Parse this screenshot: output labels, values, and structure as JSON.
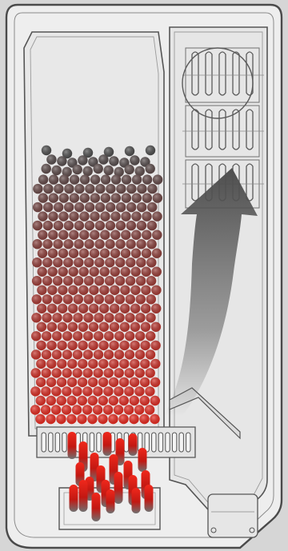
{
  "diagram": {
    "palette": {
      "page_background": "#d6d6d6",
      "body_fill": "#eeeeee",
      "body_stroke": "#4a4a4a",
      "panel_fill": "#e2e2e2",
      "ball_top": "#4d4d4d",
      "ball_bottom": "#e8281e",
      "arrow_color": "#5f5f5f",
      "cylinder_color": "#d51a12"
    },
    "components": [
      {
        "name": "device-housing"
      },
      {
        "name": "storage-chamber",
        "ball_rows": 30
      },
      {
        "name": "perforated-grate"
      },
      {
        "name": "heating-cylinders",
        "count": 22
      },
      {
        "name": "airflow-arrow",
        "direction": "up"
      },
      {
        "name": "heat-exchanger-fins"
      },
      {
        "name": "lower-compartment"
      }
    ]
  }
}
